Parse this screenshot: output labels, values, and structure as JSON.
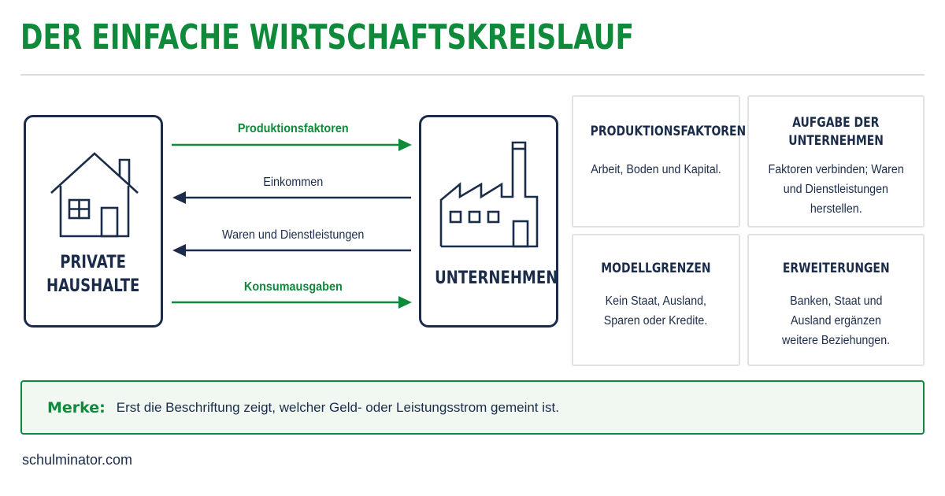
{
  "title": "DER EINFACHE WIRTSCHAFTSKREISLAUF",
  "entities": {
    "households": {
      "line1": "PRIVATE",
      "line2": "HAUSHALTE",
      "icon": "house-icon"
    },
    "firms": {
      "label": "UNTERNEHMEN",
      "icon": "factory-icon"
    }
  },
  "flows": [
    {
      "label": "Produktionsfaktoren",
      "direction": "households-to-firms",
      "color": "#0f8a3a"
    },
    {
      "label": "Einkommen",
      "direction": "firms-to-households",
      "color": "#1b2c4a"
    },
    {
      "label": "Waren und Dienstleistungen",
      "direction": "firms-to-households",
      "color": "#1b2c4a"
    },
    {
      "label": "Konsumausgaben",
      "direction": "households-to-firms",
      "color": "#0f8a3a"
    }
  ],
  "cards": [
    {
      "title_lines": [
        "PRODUKTIONSFAKTOREN"
      ],
      "text_lines": [
        "Arbeit, Boden und Kapital."
      ]
    },
    {
      "title_lines": [
        "AUFGABE DER",
        "UNTERNEHMEN"
      ],
      "text_lines": [
        "Faktoren verbinden; Waren",
        "und Dienstleistungen",
        "herstellen."
      ]
    },
    {
      "title_lines": [
        "MODELLGRENZEN"
      ],
      "text_lines": [
        "Kein Staat, Ausland,",
        "Sparen oder Kredite."
      ]
    },
    {
      "title_lines": [
        "ERWEITERUNGEN"
      ],
      "text_lines": [
        "Banken, Staat und",
        "Ausland ergänzen",
        "weitere Beziehungen."
      ]
    }
  ],
  "note": {
    "label": "Merke:",
    "text": "Erst die Beschriftung zeigt, welcher Geld- oder Leistungsstrom gemeint ist."
  },
  "footer": "schulminator.com",
  "colors": {
    "green": "#0f8a3a",
    "navy": "#1b2c4a",
    "border": "#dfe2e6"
  }
}
